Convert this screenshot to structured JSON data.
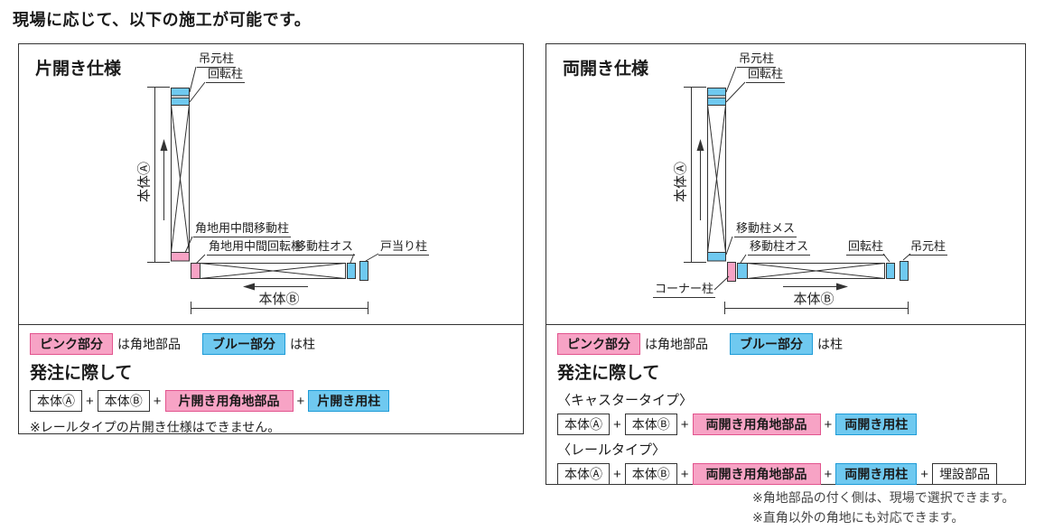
{
  "page": {
    "title": "現場に応じて、以下の施工が可能です。"
  },
  "shared": {
    "plus": "+",
    "legend": {
      "pink_label": "ピンク部分",
      "pink_desc": "は角地部品",
      "blue_label": "ブルー部分",
      "blue_desc": "は柱"
    },
    "order_heading": "発注に際して"
  },
  "left_panel": {
    "title": "片開き仕様",
    "labels": {
      "hanging_post_top": "吊元柱",
      "rotating_post_top": "回転柱",
      "body_a": "本体Ⓐ",
      "corner_mid_moving_post": "角地用中間移動柱",
      "corner_mid_rotating_post": "角地用中間回転柱",
      "moving_post_male": "移動柱オス",
      "door_stop_post": "戸当り柱",
      "body_b": "本体Ⓑ"
    },
    "order": {
      "item_a": "本体Ⓐ",
      "item_b": "本体Ⓑ",
      "item_corner": "片開き用角地部品",
      "item_post": "片開き用柱",
      "note": "※レールタイプの片開き仕様はできません。"
    }
  },
  "right_panel": {
    "title": "両開き仕様",
    "labels": {
      "hanging_post_top": "吊元柱",
      "rotating_post_top": "回転柱",
      "body_a": "本体Ⓐ",
      "moving_post_female": "移動柱メス",
      "moving_post_male": "移動柱オス",
      "corner_post": "コーナー柱",
      "rotating_post_right": "回転柱",
      "hanging_post_right": "吊元柱",
      "body_b": "本体Ⓑ"
    },
    "order": {
      "caster_heading": "〈キャスタータイプ〉",
      "rail_heading": "〈レールタイプ〉",
      "item_a": "本体Ⓐ",
      "item_b": "本体Ⓑ",
      "item_corner": "両開き用角地部品",
      "item_post": "両開き用柱",
      "item_buried": "埋設部品"
    }
  },
  "footnotes": {
    "line1": "※角地部品の付く側は、現場で選択できます。",
    "line2": "※直角以外の角地にも対応できます。"
  },
  "colors": {
    "pink_fill": "#F7A3C5",
    "pink_border": "#E2548E",
    "blue_fill": "#6FC9F0",
    "blue_border": "#1E9BD7",
    "line": "#333333"
  }
}
